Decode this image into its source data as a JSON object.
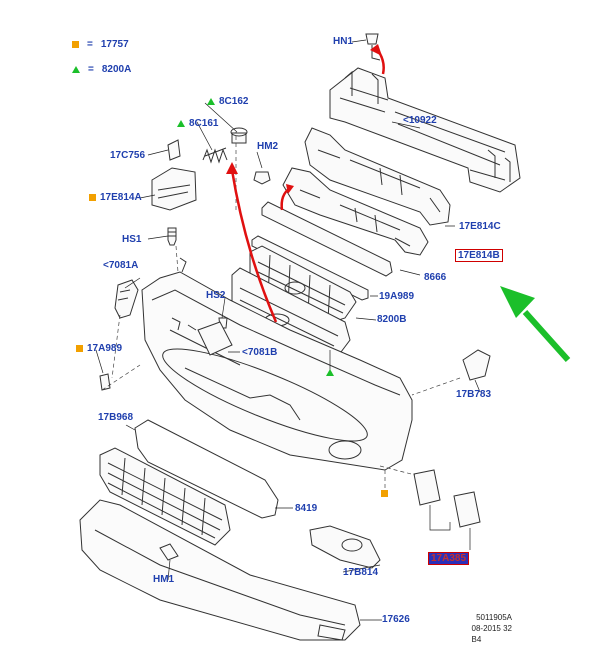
{
  "legend": {
    "square": {
      "symbol": "=",
      "code": "17757"
    },
    "triangle": {
      "symbol": "=",
      "code": "8200A"
    }
  },
  "labels": {
    "hn1": "HN1",
    "l10922": "<10922",
    "hm2": "HM2",
    "l8c162": "8C162",
    "l8c161": "8C161",
    "l17c756": "17C756",
    "l17e814a": "17E814A",
    "hs1": "HS1",
    "l7081a": "<7081A",
    "l17e814c": "17E814C",
    "l17e814b": "17E814B",
    "l8666": "8666",
    "l19a989": "19A989",
    "l8200b": "8200B",
    "hs2": "HS2",
    "l7081b": "<7081B",
    "l17a989": "17A989",
    "l17b783": "17B783",
    "l17b968": "17B968",
    "l8419": "8419",
    "l17b814": "17B814",
    "l17a385": "17A385",
    "hm1": "HM1",
    "l17626": "17626"
  },
  "reference": {
    "line1": "5011905A",
    "line2": "08-2015 32",
    "line3": "B4"
  },
  "colors": {
    "label": "#1f3fae",
    "highlight_box": "#d00000",
    "red_arrow": "#e01010",
    "green_arrow": "#1bbf2a",
    "square_marker": "#f2a000",
    "triangle_marker": "#1bbf2a"
  }
}
